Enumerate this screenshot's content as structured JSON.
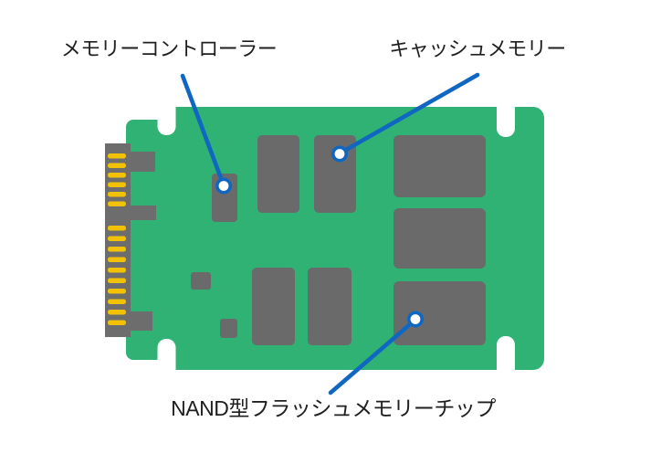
{
  "diagram": {
    "type": "labeled-illustration",
    "subject": "SSD internal structure (circuit board with callouts)",
    "labels": {
      "memory_controller": "メモリーコントローラー",
      "cache_memory": "キャッシュメモリー",
      "nand_flash": "NAND型フラッシュメモリーチップ"
    },
    "connector": {
      "pin_count_top_group": 6,
      "pin_count_bottom_group": 10
    },
    "counts": {
      "large_chips": 8,
      "small_components": 2,
      "callout_markers": 3,
      "mounting_notches": 4
    },
    "colors": {
      "background": "#ffffff",
      "board_green": "#2fb274",
      "chip_gray": "#6a6a6a",
      "connector_gray": "#6d6d6d",
      "pin_gold": "#f2c200",
      "callout_blue": "#1067c2",
      "marker_fill": "#ffffff",
      "label_text": "#1f1f1f"
    }
  }
}
